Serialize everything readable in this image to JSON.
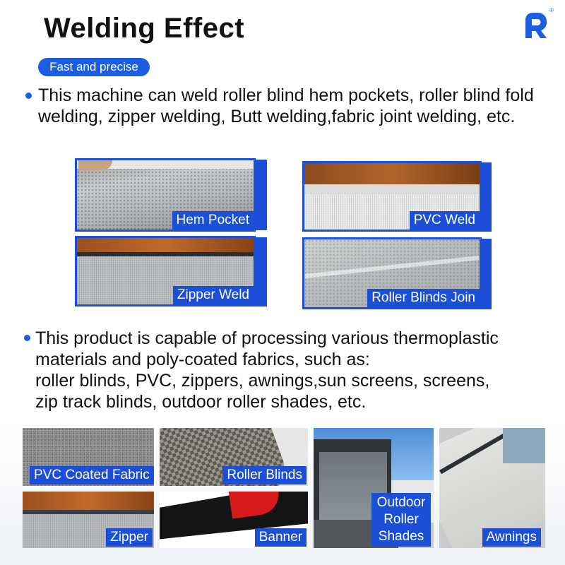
{
  "header": {
    "title": "Welding Effect",
    "subtitle": "Fast and precise",
    "logo_icon": "brand-r-logo-icon",
    "logo_mark": "®",
    "accent_color": "#1b5fe0"
  },
  "section1": {
    "text": "This machine can weld roller blind hem pockets, roller blind fold welding, zipper welding, Butt welding,fabric joint welding, etc.",
    "photos": [
      {
        "label": "Hem Pocket"
      },
      {
        "label": "PVC Weld"
      },
      {
        "label": "Zipper Weld"
      },
      {
        "label": "Roller Blinds Join"
      }
    ]
  },
  "section2": {
    "text_lines": [
      "This product is capable of processing various thermoplastic",
      "materials and poly-coated fabrics, such as:",
      "roller blinds, PVC, zippers, awnings,sun screens, screens,",
      "zip track blinds, outdoor roller shades, etc."
    ],
    "materials": [
      {
        "label": "PVC Coated Fabric"
      },
      {
        "label": "Roller Blinds"
      },
      {
        "label": "Zipper"
      },
      {
        "label": "Banner"
      },
      {
        "label_lines": [
          "Outdoor",
          "Roller",
          "Shades"
        ]
      },
      {
        "label": "Awnings"
      }
    ]
  }
}
